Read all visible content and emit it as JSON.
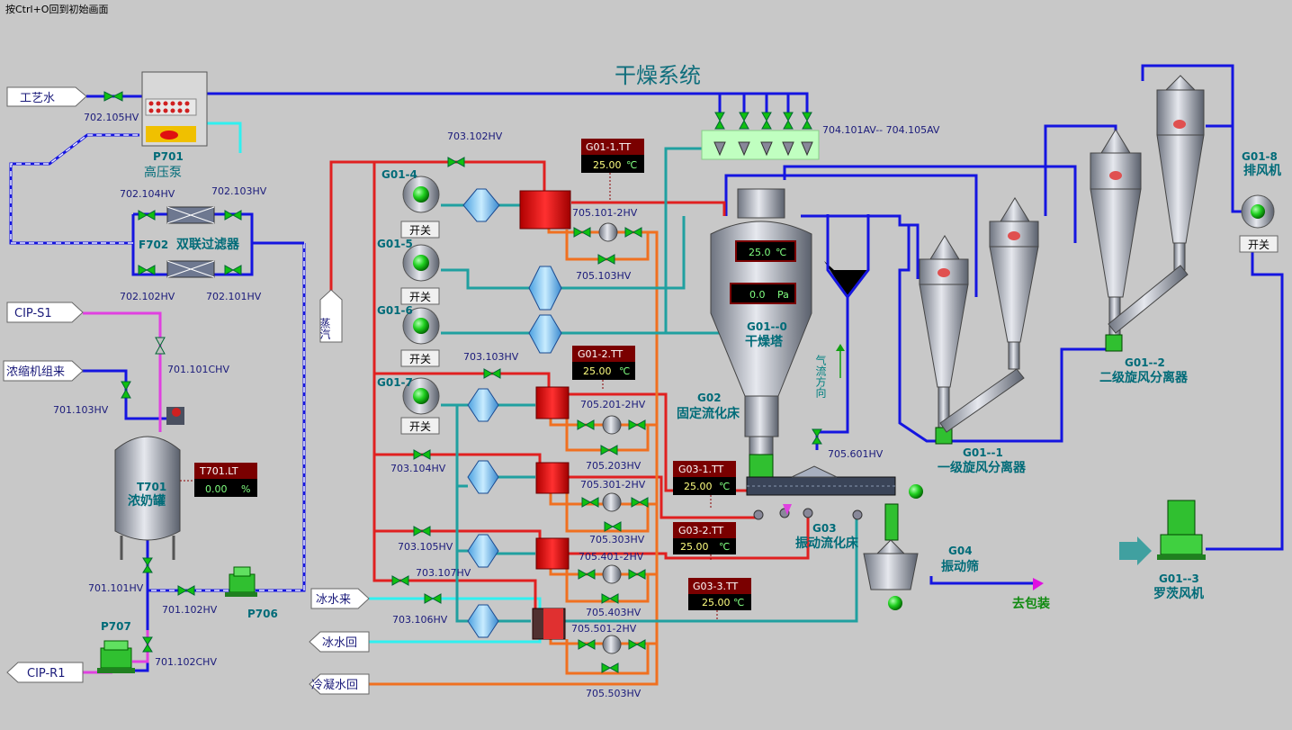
{
  "hint": "按Ctrl+O回到初始画面",
  "title": "干燥系统",
  "colors": {
    "blue_pipe": "#1515e0",
    "red_pipe": "#e02020",
    "orange_pipe": "#f07020",
    "teal_pipe": "#20a0a0",
    "cyan_pipe": "#30f0f0",
    "magenta_pipe": "#e040e0",
    "valve": "#10c010",
    "label": "#1a1a7a",
    "equip_label": "#006b78"
  },
  "inputs": {
    "process_water": "工艺水",
    "cip_s1": "CIP-S1",
    "concentrator": "浓缩机组来",
    "steam": "蒸汽",
    "ice_water_in": "冰水来",
    "ice_water_out": "冰水回",
    "condensate_out": "冷凝水回",
    "cip_r1": "CIP-R1"
  },
  "equipment": {
    "p701_id": "P701",
    "p701_name": "高压泵",
    "f702": "F702",
    "f702_name": "双联过滤器",
    "t701_id": "T701",
    "t701_name": "浓奶罐",
    "p707": "P707",
    "p706": "P706",
    "g01_4": "G01-4",
    "g01_5": "G01-5",
    "g01_6": "G01-6",
    "g01_7": "G01-7",
    "g01_0_id": "G01--0",
    "g01_0_name": "干燥塔",
    "g02_id": "G02",
    "g02_name": "固定流化床",
    "g03_id": "G03",
    "g03_name": "振动流化床",
    "g04_id": "G04",
    "g04_name": "振动筛",
    "to_pack": "去包装",
    "g01_1_id": "G01--1",
    "g01_1_name": "一级旋风分离器",
    "g01_2_id": "G01--2",
    "g01_2_name": "二级旋风分离器",
    "g01_3_id": "G01--3",
    "g01_3_name": "罗茨风机",
    "g01_8_id": "G01-8",
    "g01_8_name": "排风机",
    "airflow": "气流方向",
    "switch": "开关"
  },
  "valves": {
    "v702_105": "702.105HV",
    "v702_104": "702.104HV",
    "v702_103": "702.103HV",
    "v702_102": "702.102HV",
    "v702_101": "702.101HV",
    "v701_101c": "701.101CHV",
    "v701_103": "701.103HV",
    "v701_101": "701.101HV",
    "v701_102": "701.102HV",
    "v701_102c": "701.102CHV",
    "v703_102": "703.102HV",
    "v703_103": "703.103HV",
    "v703_104": "703.104HV",
    "v703_105": "703.105HV",
    "v703_107": "703.107HV",
    "v703_106": "703.106HV",
    "v704": "704.101AV-- 704.105AV",
    "v705_101": "705.101-2HV",
    "v705_103": "705.103HV",
    "v705_201": "705.201-2HV",
    "v705_203": "705.203HV",
    "v705_301": "705.301-2HV",
    "v705_303": "705.303HV",
    "v705_401": "705.401-2HV",
    "v705_403": "705.403HV",
    "v705_501": "705.501-2HV",
    "v705_503": "705.503HV",
    "v705_601": "705.601HV"
  },
  "gauges": {
    "t701_lt": {
      "tag": "T701.LT",
      "value": "0.00",
      "unit": "%"
    },
    "g01_1_tt": {
      "tag": "G01-1.TT",
      "value": "25.00",
      "unit": "℃"
    },
    "g01_2_tt": {
      "tag": "G01-2.TT",
      "value": "25.00",
      "unit": "℃"
    },
    "g03_1_tt": {
      "tag": "G03-1.TT",
      "value": "25.00",
      "unit": "℃"
    },
    "g03_2_tt": {
      "tag": "G03-2.TT",
      "value": "25.00",
      "unit": "℃"
    },
    "g03_3_tt": {
      "tag": "G03-3.TT",
      "value": "25.00",
      "unit": "℃"
    },
    "tower_temp": {
      "value": "25.0",
      "unit": "℃"
    },
    "tower_press": {
      "value": "0.0",
      "unit": "Pa"
    }
  }
}
